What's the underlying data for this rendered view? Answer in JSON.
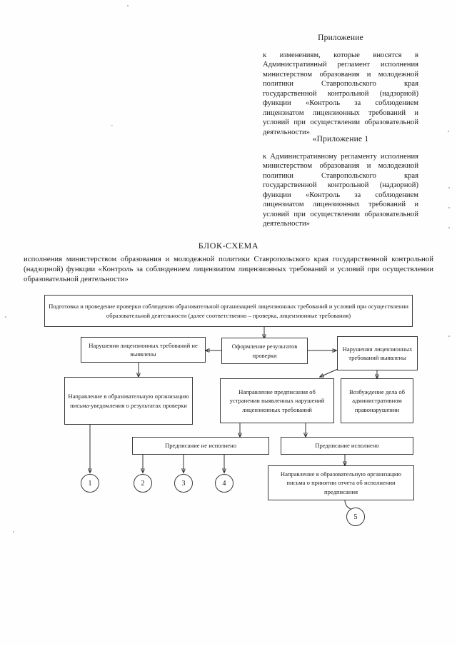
{
  "document": {
    "language": "ru",
    "page_background": "#fefefe",
    "ink_color": "#1a1a1a"
  },
  "appendix_1": {
    "title": "Приложение",
    "body": "к изменениям, которые вносятся в Административный регламент исполнения министерством образования и молодежной политики Ставропольского края государственной контрольной (надзорной) функции «Контроль за соблюдением лицензиатом лицензионных требований и условий при осуществлении образовательной деятельности»"
  },
  "appendix_2": {
    "title": "«Приложение 1",
    "body": "к Административному регламенту исполнения министерством образования и молодежной политики Ставропольского края государственной контрольной (надзорной) функции «Контроль за соблюдением лицензиатом лицензионных требований и условий при осуществлении образовательной деятельности»"
  },
  "heading": {
    "title": "БЛОК-СХЕМА",
    "subtitle": "исполнения министерством образования и молодежной политики Ставропольского края государственной контрольной (надзорной) функции «Контроль за соблюдением лицензиатом лицензионных требований и условий при осуществлении образовательной деятельности»"
  },
  "flowchart": {
    "boxes": {
      "start": "Подготовка и проведение проверки соблюдения образовательной организацией лицензионных требований и условий при осуществлении образовательной деятельности (далее соответственно – проверка, лицензионные требования)",
      "no_violations": "Нарушения лицензионных требований не выявлены",
      "results": "Оформление результатов проверки",
      "violations_found": "Нарушения лицензионных требований выявлены",
      "notice_letter": "Направление в образовательную организацию письма-уведомления о результатах проверки",
      "prescription": "Направление предписания об устранении выявленных нарушений лицензионных требований",
      "admin_case": "Возбуждение дела об административном правонарушении",
      "not_fulfilled": "Предписание не исполнено",
      "fulfilled": "Предписание исполнено",
      "report_letter": "Направление в образовательную организацию письма о принятии отчета об исполнении предписания"
    },
    "connectors": [
      "1",
      "2",
      "3",
      "4",
      "5"
    ]
  }
}
